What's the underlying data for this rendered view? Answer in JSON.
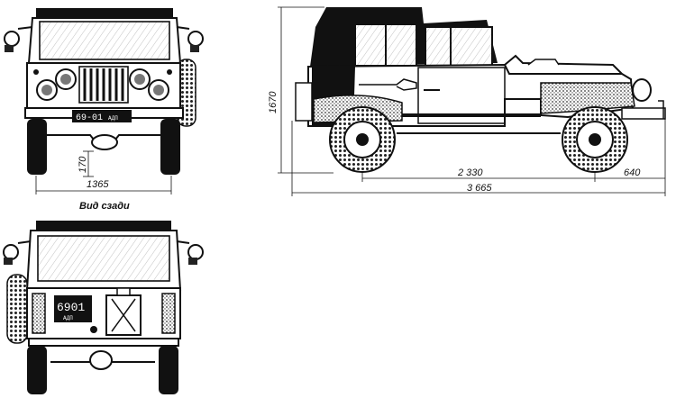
{
  "views": {
    "front": {
      "plate_number": "69-01",
      "plate_suffix": "АДП"
    },
    "rear": {
      "caption": "Вид сзади",
      "plate_number": "6901",
      "plate_suffix": "АДП"
    },
    "side": {}
  },
  "dimensions": {
    "front_track": "1365",
    "ground_clearance": "170",
    "overall_height": "1670",
    "wheelbase": "2 330",
    "rear_overhang": "640",
    "overall_length": "3 665"
  }
}
